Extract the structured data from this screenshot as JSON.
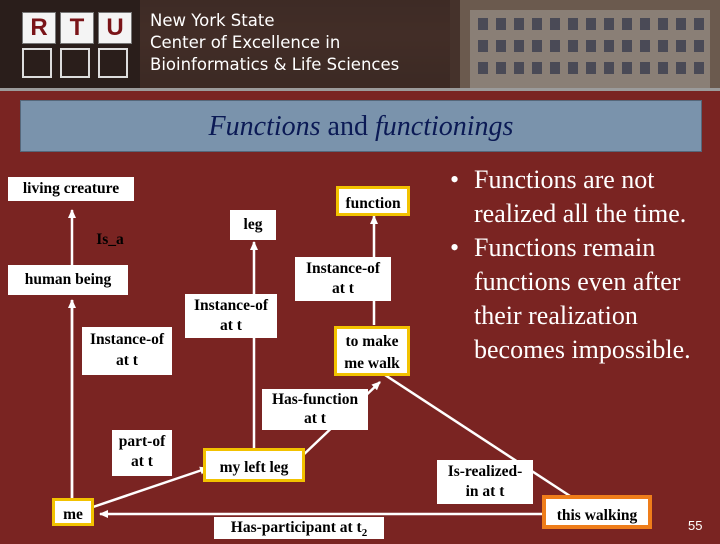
{
  "header": {
    "logo_letters": [
      "R",
      "T",
      "U"
    ],
    "line1": "New York State",
    "line2": "Center of Excellence in",
    "line3": "Bioinformatics & Life Sciences"
  },
  "title": {
    "part1": "Functions",
    "part2": " and ",
    "part3": "functionings"
  },
  "diagram": {
    "living_creature": "living creature",
    "is_a": "Is_a",
    "human_being": "human being",
    "instance_of_left_1": "Instance-of",
    "instance_of_left_2": "at t",
    "part_of_1": "part-of",
    "part_of_2": "at t",
    "me": "me",
    "leg": "leg",
    "instance_of_mid_1": "Instance-of",
    "instance_of_mid_2": "at t",
    "my_left_leg": "my left leg",
    "has_participant": "Has-participant at t",
    "has_participant_sub": "2",
    "function": "function",
    "instance_of_right_1": "Instance-of",
    "instance_of_right_2": "at t",
    "to_make_1": "to make",
    "to_make_2": "me walk",
    "has_function_1": "Has-function",
    "has_function_2": "at t",
    "is_realized_1": "Is-realized-",
    "is_realized_2": "in at t",
    "this_walking": "this walking",
    "colors": {
      "yellow_border": "#f2c200",
      "orange_border": "#ef7d1a",
      "arrow": "#ffffff"
    }
  },
  "bullets": [
    "Functions are not realized all the time.",
    "Functions remain functions even after their realization becomes impossible."
  ],
  "page_number": "55"
}
